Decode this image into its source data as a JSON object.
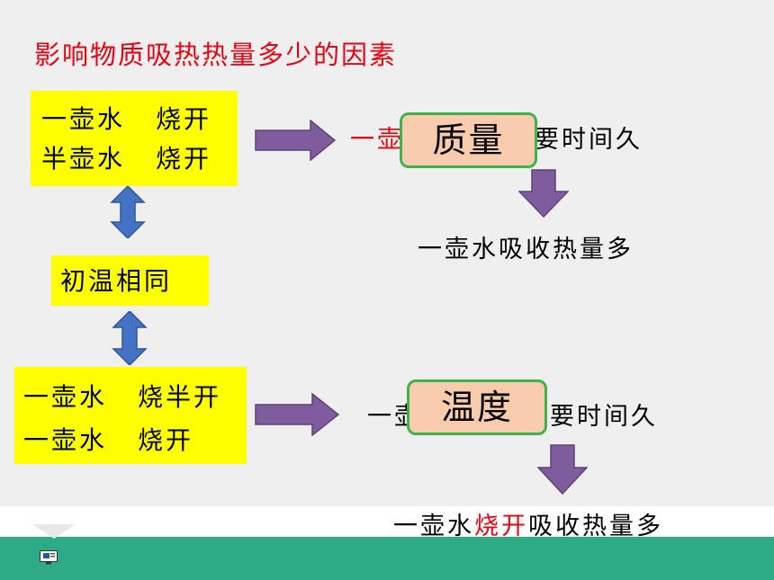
{
  "title": "影响物质吸热热量多少的因素",
  "group1": {
    "line1_a": "一壶水",
    "line1_b": "烧开",
    "line2_a": "半壶水",
    "line2_b": "烧开"
  },
  "middle_label": "初温相同",
  "group2": {
    "line1_a": "一壶水",
    "line1_b": "烧半开",
    "line2_a": "一壶水",
    "line2_b": "烧开"
  },
  "result1": {
    "prefix": "一壶",
    "suffix": "要时间久",
    "factor": "质量",
    "conclusion": "一壶水吸收热量多"
  },
  "result2": {
    "prefix": "一壶",
    "suffix": "要时间久",
    "factor": "温度",
    "conclusion_a": "一壶水",
    "conclusion_red": "烧开",
    "conclusion_b": "吸收热量多"
  },
  "colors": {
    "title": "#e60012",
    "yellow_box": "#ffff00",
    "arrow_purple": "#7f5c9e",
    "arrow_blue": "#4472c4",
    "factor_fill": "#f8cbad",
    "factor_border": "#3cb44b",
    "footer": "#2daa86"
  },
  "icons": {
    "double_arrow": "blue-up-down-arrow-icon",
    "right_arrow": "purple-right-arrow-icon",
    "down_arrow": "purple-down-arrow-icon",
    "footer_icon": "presentation-icon"
  }
}
